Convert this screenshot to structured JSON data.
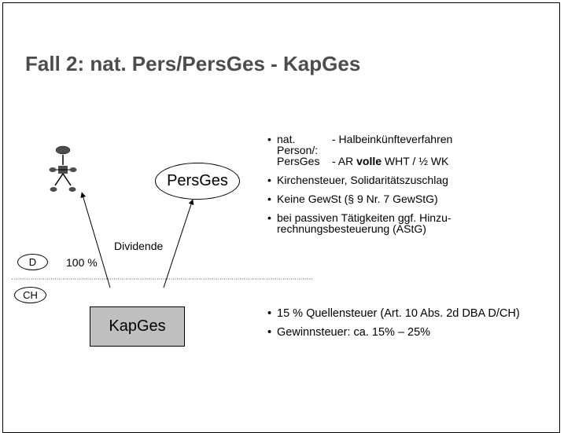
{
  "slide": {
    "title": "Fall 2:  nat. Pers/PersGes - KapGes",
    "diagram": {
      "persges_label": "PersGes",
      "kapges_label": "KapGes",
      "dividende_label": "Dividende",
      "percent_label": "100 %",
      "country_top": "D",
      "country_bottom": "CH",
      "person_icon": "person-figure-icon"
    },
    "bullets_d": {
      "b1_col1_line1": "nat. Person/:",
      "b1_col2_line1": "- Halbeinkünfteverfahren",
      "b1_col1_line2": "PersGes",
      "b1_col2_line2_pre": "- AR ",
      "b1_col2_line2_bold": "volle",
      "b1_col2_line2_post": " WHT  / ½ WK",
      "b2": "Kirchensteuer, Solidaritätszuschlag",
      "b3": "Keine GewSt (§ 9 Nr. 7 GewStG)",
      "b4_line1": "bei passiven Tätigkeiten ggf. Hinzu-",
      "b4_line2": "rechnungsbesteuerung (AStG)"
    },
    "bullets_ch": {
      "b1": "15 % Quellensteuer (Art. 10 Abs. 2d DBA D/CH)",
      "b2": "Gewinnsteuer: ca. 15% – 25%"
    }
  }
}
